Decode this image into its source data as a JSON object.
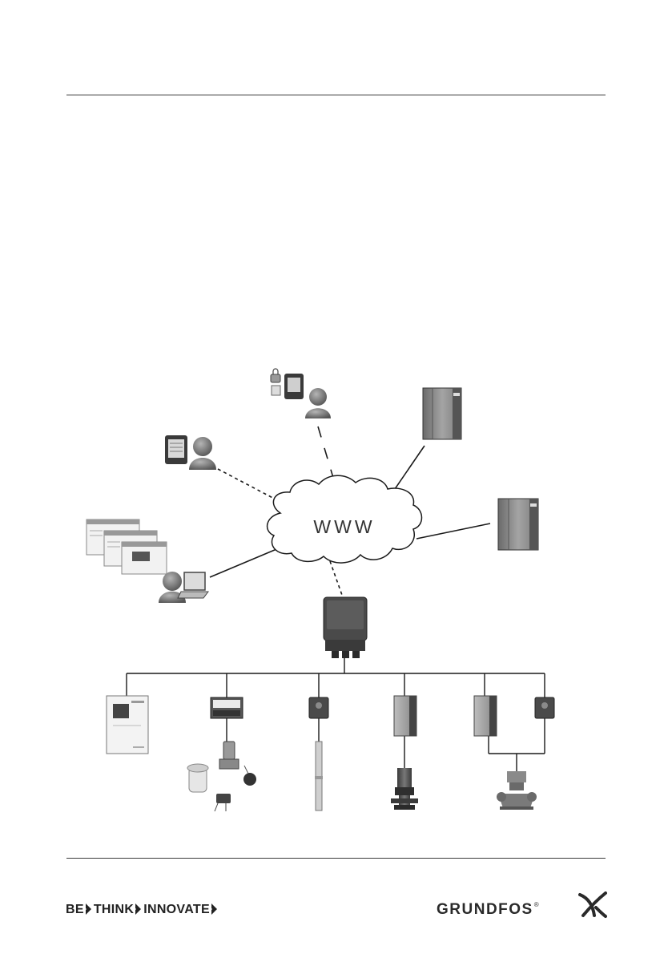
{
  "diagram": {
    "cloud_label": "WWW"
  },
  "footer": {
    "slogan_words": [
      "BE",
      "THINK",
      "INNOVATE"
    ],
    "brand": "GRUNDFOS",
    "registered_mark": "®"
  },
  "colors": {
    "rule": "#3a3a3a",
    "device_gray": "#8a8a8a",
    "device_dark": "#3c3c3c",
    "person_gray": "#6e6e6e",
    "line": "#1a1a1a"
  }
}
